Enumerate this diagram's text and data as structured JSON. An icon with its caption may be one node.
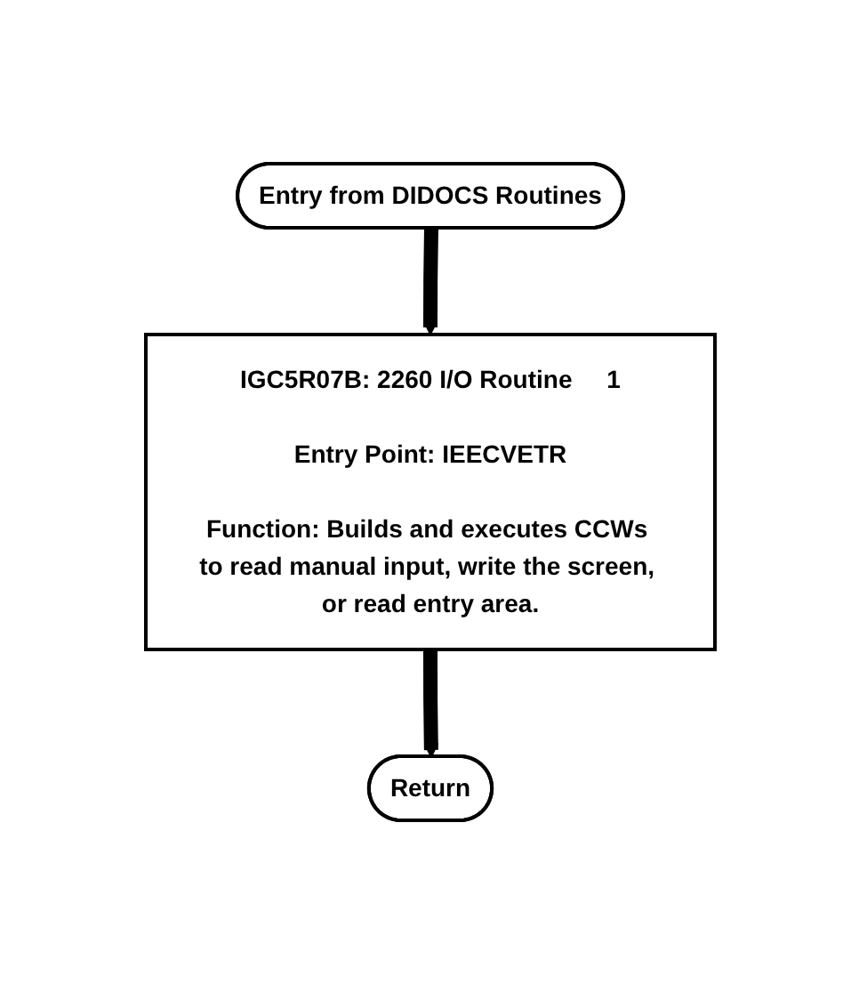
{
  "diagram": {
    "nodes": [
      {
        "text": [
          "Entry from DIDOCS Routines"
        ]
      },
      {
        "text": [
          "IGC5R07B: 2260 I/O Routine",
          "1",
          "Entry Point: IEECVETR",
          "Function: Builds and executes CCWs to read manual input, write the screen, or read entry area."
        ]
      },
      {
        "text": [
          "Return"
        ]
      }
    ],
    "edges": [
      {
        "from": 0,
        "to": 1,
        "arrow": "to"
      },
      {
        "from": 1,
        "to": 2,
        "arrow": "to"
      }
    ]
  }
}
